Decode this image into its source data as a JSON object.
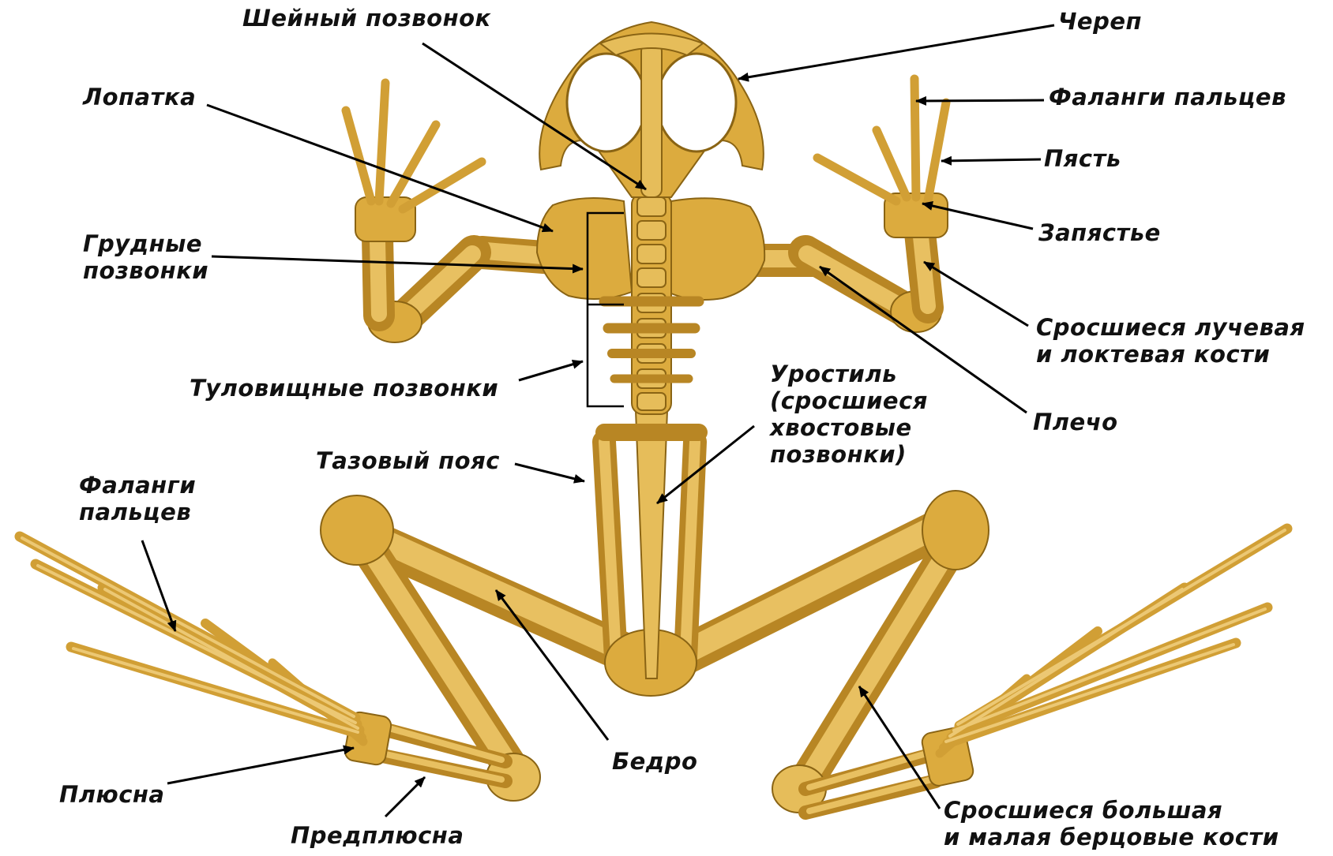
{
  "labels": {
    "cervical_vertebra": "Шейный позвонок",
    "skull": "Череп",
    "scapula": "Лопатка",
    "hand_phalanges": "Фаланги пальцев",
    "metacarpus": "Пясть",
    "thoracic_vertebrae": {
      "line1": "Грудные",
      "line2": "позвонки"
    },
    "carpus": "Запястье",
    "radioulna": {
      "line1": "Сросшиеся лучевая",
      "line2": "и локтевая кости"
    },
    "trunk_vertebrae": "Туловищные позвонки",
    "urostyle": {
      "line1": "Уростиль",
      "line2": "(сросшиеся",
      "line3": "хвостовые",
      "line4": "позвонки)"
    },
    "humerus": "Плечо",
    "pelvic_girdle": "Тазовый пояс",
    "foot_phalanges": {
      "line1": "Фаланги",
      "line2": "пальцев"
    },
    "femur": "Бедро",
    "metatarsus": "Плюсна",
    "tarsus": "Предплюсна",
    "tibiofibula": {
      "line1": "Сросшиеся большая",
      "line2": "и малая берцовые кости"
    }
  },
  "colors": {
    "bone": "#dcab3e",
    "bone_light": "#e6bd5a",
    "bone_outline": "#8a6414",
    "pointer": "#000000",
    "text": "#111111",
    "background": "#ffffff"
  }
}
